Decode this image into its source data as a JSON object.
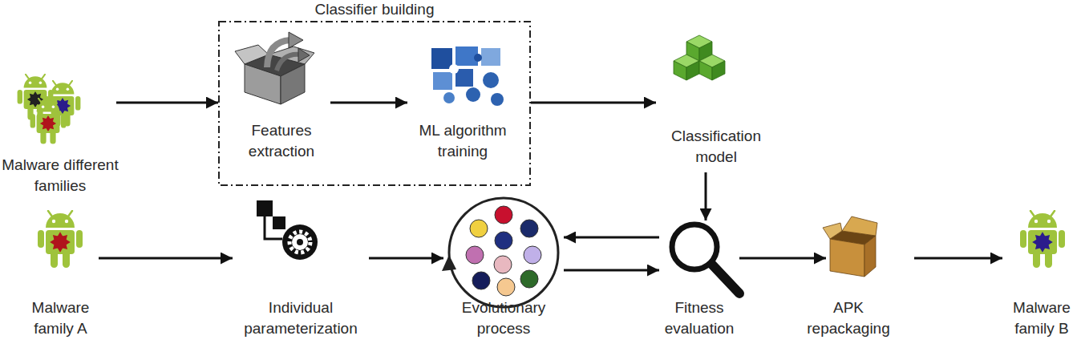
{
  "diagram": {
    "nodes": [
      {
        "text": [
          "Malware different families"
        ]
      },
      {
        "text": [
          "Classifier building"
        ]
      },
      {
        "text": [
          "Features extraction"
        ],
        "in": 1
      },
      {
        "text": [
          "ML algorithm training"
        ],
        "in": 1
      },
      {
        "text": [
          "Classification model"
        ]
      },
      {
        "text": [
          "Malware family A"
        ]
      },
      {
        "text": [
          "Individual parameterization"
        ]
      },
      {
        "text": [
          "Evolutionary process"
        ]
      },
      {
        "text": [
          "Fitness evaluation"
        ]
      },
      {
        "text": [
          "APK repackaging"
        ]
      },
      {
        "text": [
          "Malware family B"
        ]
      }
    ],
    "edges": [
      {
        "from": 0,
        "to": 1,
        "arrow": "to"
      },
      {
        "from": 2,
        "to": 3,
        "arrow": "to"
      },
      {
        "from": 1,
        "to": 4,
        "arrow": "to"
      },
      {
        "from": 4,
        "to": 8,
        "arrow": "to"
      },
      {
        "from": 5,
        "to": 6,
        "arrow": "to"
      },
      {
        "from": 6,
        "to": 7,
        "arrow": "to"
      },
      {
        "from": 8,
        "to": 7,
        "arrow": "to"
      },
      {
        "from": 7,
        "to": 8,
        "arrow": "to"
      },
      {
        "from": 8,
        "to": 9,
        "arrow": "to"
      },
      {
        "from": 9,
        "to": 10,
        "arrow": "to"
      }
    ]
  }
}
